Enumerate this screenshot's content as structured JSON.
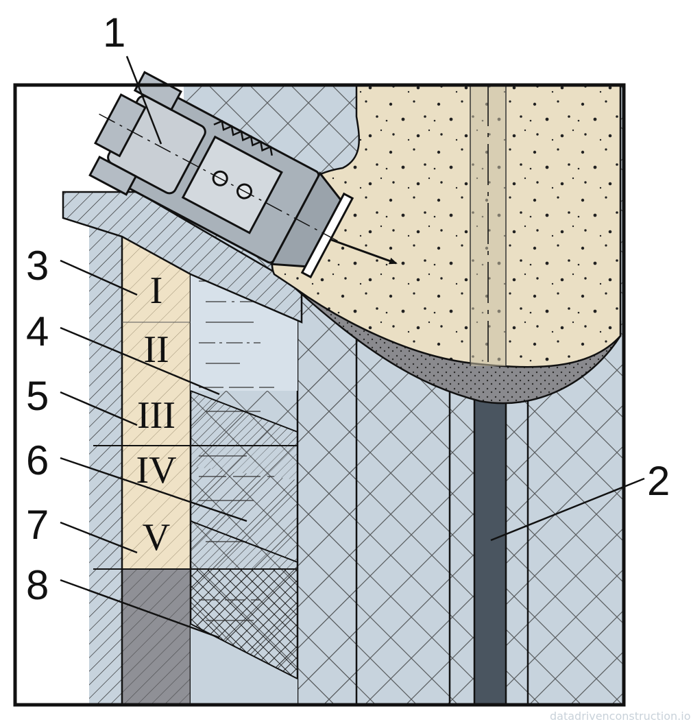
{
  "callouts": [
    "1",
    "2",
    "3",
    "4",
    "5",
    "6",
    "7",
    "8"
  ],
  "zones": [
    "I",
    "II",
    "III",
    "IV",
    "V"
  ],
  "watermark": "datadrivenconstruction.io",
  "colors": {
    "frame": "#111111",
    "wall_blue": "#c7d3dd",
    "sand": "#eadfc4",
    "zone_sand": "#efe2c6",
    "rock_dark": "#7f7f84",
    "tunnel_bar": "#4a5560",
    "machine_metal": "#b4bcc4"
  }
}
